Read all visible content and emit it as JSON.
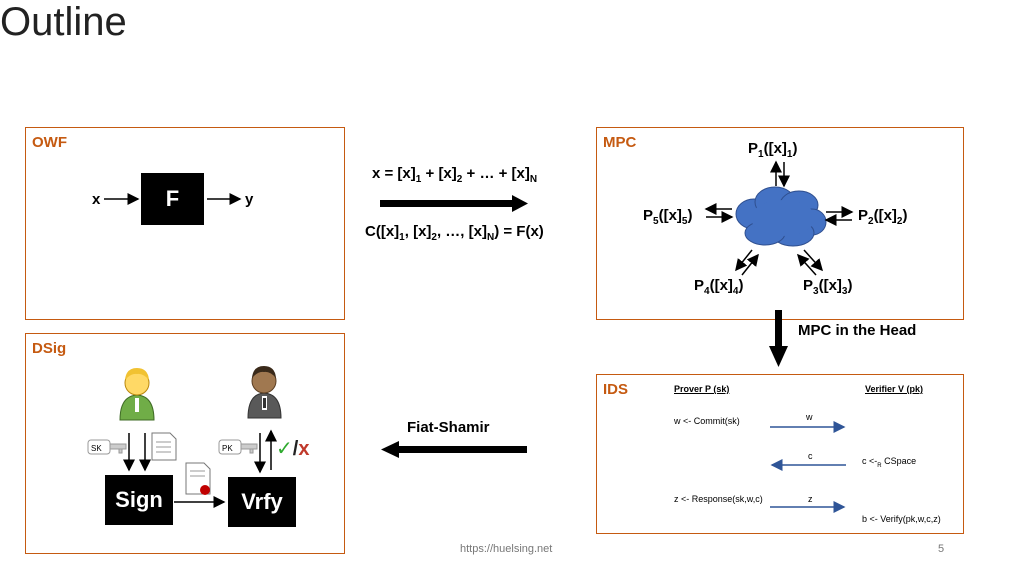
{
  "slide": {
    "title": "Outline",
    "footer_url": "https://huelsing.net",
    "page_number": "5"
  },
  "owf": {
    "label": "OWF",
    "input": "x",
    "function": "F",
    "output": "y"
  },
  "share_arrow": {
    "line1_main": "x = [x]",
    "line1_parts": [
      "1",
      " + [x]",
      "2",
      " + … + [x]",
      "N"
    ],
    "line2_parts": [
      "C([x]",
      "1",
      ", [x]",
      "2",
      ", …, [x]",
      "N",
      ") = F(x)"
    ]
  },
  "mpc": {
    "label": "MPC",
    "parties": [
      {
        "p": "1",
        "x": "1"
      },
      {
        "p": "2",
        "x": "2"
      },
      {
        "p": "3",
        "x": "3"
      },
      {
        "p": "4",
        "x": "4"
      },
      {
        "p": "5",
        "x": "5"
      }
    ],
    "head_label": "MPC in the Head"
  },
  "dsig": {
    "label": "DSig",
    "sk_key": "SK",
    "pk_key": "PK",
    "sign": "Sign",
    "verify": "Vrfy",
    "check": "✓",
    "slash": "/",
    "cross": "x"
  },
  "fiat_shamir": "Fiat-Shamir",
  "ids": {
    "label": "IDS",
    "prover": "Prover P (sk)",
    "verifier": "Verifier V (pk)",
    "commit": "w <- Commit(sk)",
    "msg_w": "w",
    "msg_c": "c",
    "challenge": "c <-",
    "challenge_sub": "R",
    "challenge_space": " CSpace",
    "response": "z <- Response(sk,w,c)",
    "msg_z": "z",
    "verify": "b <- Verify(pk,w,c,z)"
  },
  "colors": {
    "box_border": "#c55a11",
    "cloud": "#4472c4",
    "check": "#2eaa2e",
    "cross": "#c0392b",
    "ids_arrow": "#2f5597"
  }
}
